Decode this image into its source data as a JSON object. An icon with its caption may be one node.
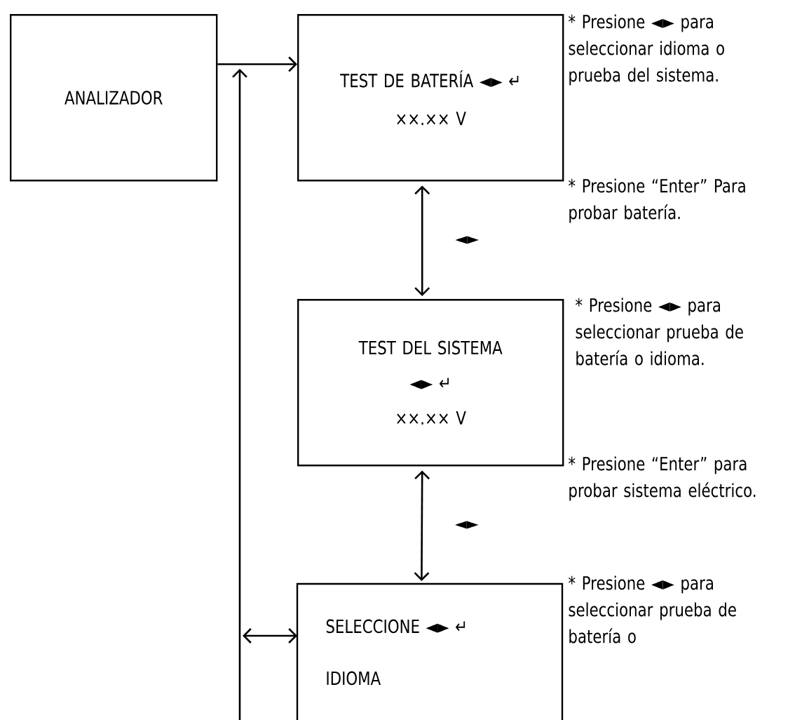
{
  "diagram": {
    "nodes": [
      {
        "text": [
          "ANALIZADOR"
        ]
      },
      {
        "text": [
          "TEST DE BATERÍA ◄► ↵",
          "××.×× V"
        ],
        "beside": [
          "* Presione ◄► para seleccionar idioma o prueba del sistema."
        ]
      },
      {
        "text": [
          "TEST DEL SISTEMA",
          "◄► ↵",
          "××.×× V"
        ],
        "beside": [
          "* Presione ◄► para seleccionar prueba de batería o idioma."
        ]
      },
      {
        "text": [
          "SELECCIONE ◄► ↵",
          "IDIOMA"
        ],
        "beside": [
          "* Presione ◄► para seleccionar prueba de batería o"
        ]
      }
    ],
    "edges": [
      {
        "from": 0,
        "to": 1,
        "arrow": "to"
      },
      {
        "from": 1,
        "to": 2,
        "arrow": "both",
        "label": "◄►"
      },
      {
        "from": 2,
        "to": 3,
        "arrow": "both",
        "label": "◄►"
      },
      {
        "from": null,
        "to": 1,
        "arrow": "to"
      },
      {
        "from": null,
        "to": 3,
        "arrow": "both"
      }
    ],
    "labels": [
      "* Presione “Enter” Para probar batería.",
      "* Presione “Enter” para probar sistema eléctrico."
    ]
  }
}
